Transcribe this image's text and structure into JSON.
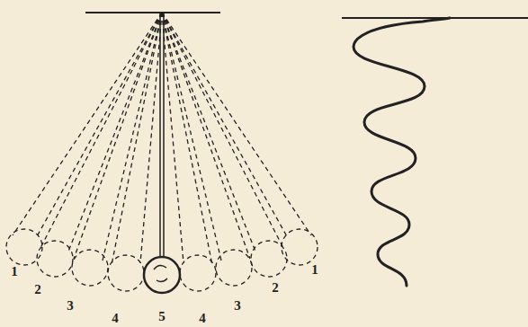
{
  "diagram": {
    "labels": [
      "1",
      "2",
      "3",
      "4",
      "5",
      "4",
      "3",
      "2",
      "1"
    ]
  }
}
